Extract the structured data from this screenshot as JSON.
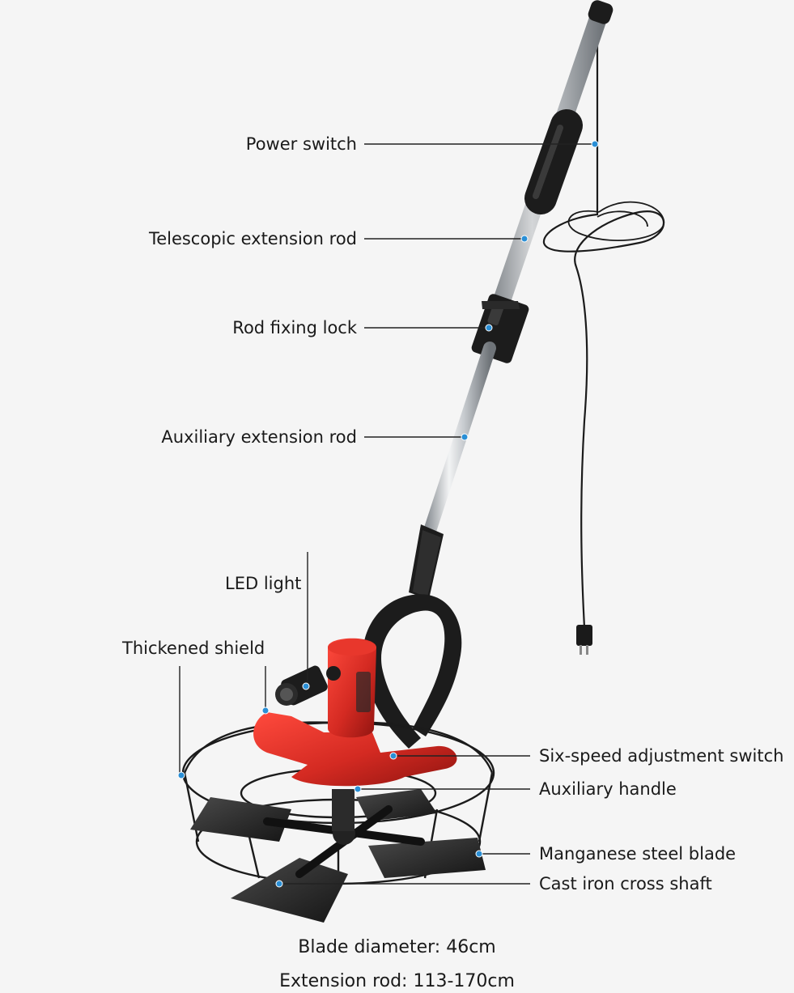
{
  "labels": {
    "power_switch": "Power switch",
    "telescopic_rod": "Telescopic extension rod",
    "rod_lock": "Rod fixing lock",
    "auxiliary_rod": "Auxiliary extension rod",
    "led_light": "LED light",
    "thickened_shield": "Thickened shield",
    "speed_switch": "Six-speed adjustment switch",
    "auxiliary_handle": "Auxiliary handle",
    "manganese_blade": "Manganese steel blade",
    "cross_shaft": "Cast iron cross shaft"
  },
  "specs": {
    "blade_diameter": "Blade diameter:  46cm",
    "extension_rod": "Extension rod: 113-170cm"
  },
  "colors": {
    "body_red": "#d42a22",
    "rod_silver": "#c9cdd2",
    "grip_black": "#1c1c1c",
    "leader_line": "#222222",
    "marker_blue": "#2a8fd6"
  }
}
